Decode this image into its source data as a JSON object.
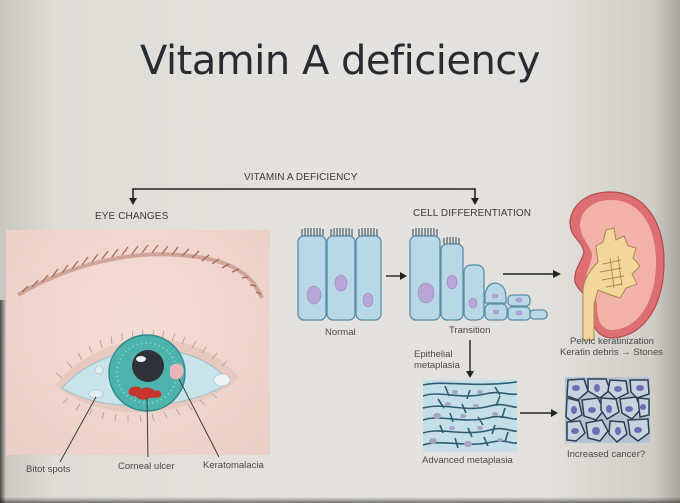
{
  "slide": {
    "title": "Vitamin A deficiency"
  },
  "diagram": {
    "root_label": "VITAMIN A DEFICIENCY",
    "branches": {
      "left": "EYE CHANGES",
      "right": "CELL DIFFERENTIATION"
    },
    "eye": {
      "labels": [
        "Bitot spots",
        "Corneal ulcer",
        "Keratomalacia"
      ]
    },
    "cells": {
      "normal_label": "Normal",
      "transition_label": "Transition",
      "metaplasia_label": "Epithelial metaplasia",
      "metaplasia_line1": "Epithelial",
      "metaplasia_line2": "metaplasia",
      "advanced_label": "Advanced metaplasia",
      "cancer_label": "Increased cancer?"
    },
    "kidney": {
      "line1": "Pelvic keratinization",
      "line2_left": "Keratin debris",
      "line2_arrow": "→",
      "line2_right": "Stones"
    },
    "colors": {
      "cell_fill": "#b9d8e6",
      "cell_stroke": "#5a8ea8",
      "nucleus": "#b7a6d6",
      "kidney_outer": "#dd6f72",
      "kidney_inner": "#f3b2a9",
      "pelvis": "#f2d69b",
      "iris": "#4fb3ad",
      "ulcer": "#c8332b",
      "arrow": "#222222"
    }
  }
}
